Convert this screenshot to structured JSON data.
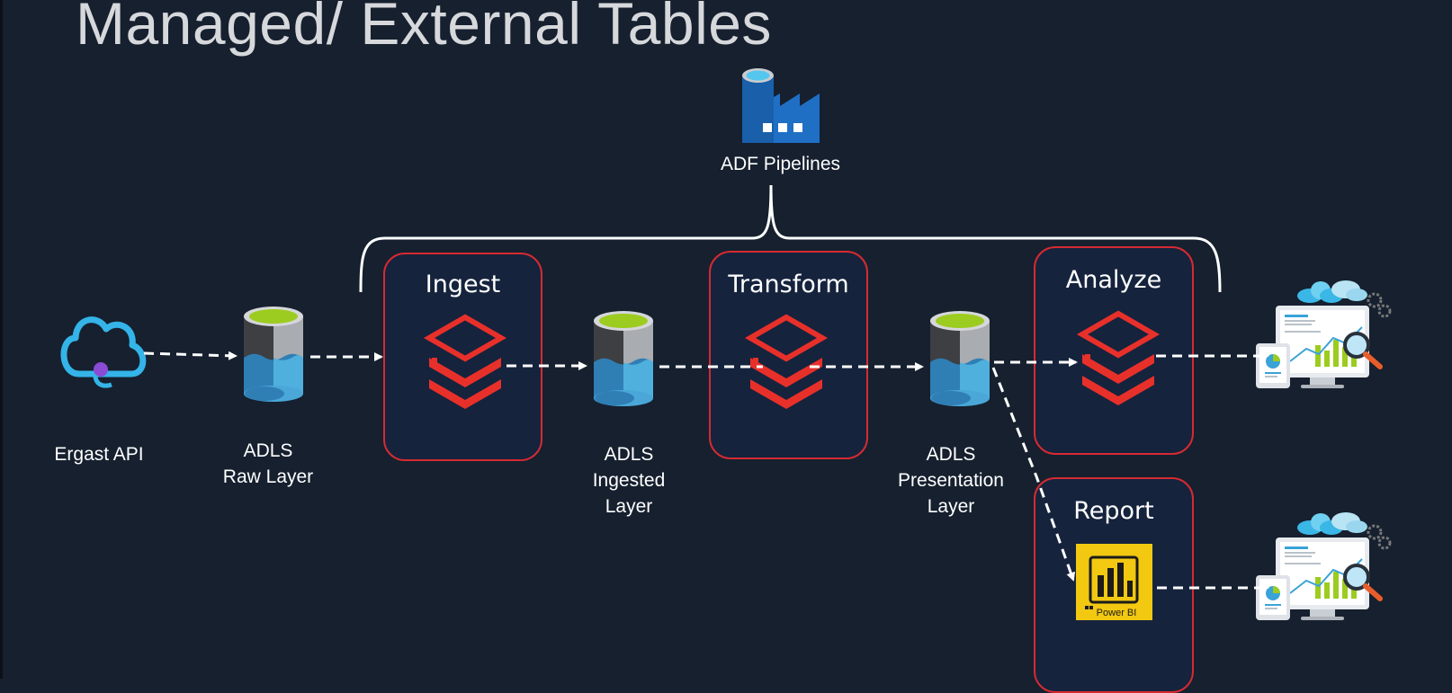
{
  "slide": {
    "title": "Managed/ External Tables"
  },
  "orchestrator": {
    "label": "ADF Pipelines",
    "icon": "azure-data-factory-icon"
  },
  "sources": [
    {
      "label": "Ergast API",
      "icon": "cloud-api-icon"
    }
  ],
  "storage_layers": [
    {
      "line1": "ADLS",
      "line2": "Raw Layer",
      "line3": ""
    },
    {
      "line1": "ADLS",
      "line2": "Ingested",
      "line3": "Layer"
    },
    {
      "line1": "ADLS",
      "line2": "Presentation",
      "line3": "Layer"
    }
  ],
  "stages": [
    {
      "title": "Ingest",
      "icon": "databricks-icon"
    },
    {
      "title": "Transform",
      "icon": "databricks-icon"
    },
    {
      "title": "Analyze",
      "icon": "databricks-icon"
    },
    {
      "title": "Report",
      "icon": "power-bi-icon",
      "badge": "Power BI"
    }
  ],
  "outputs": [
    {
      "icon": "dashboard-analytics-icon"
    },
    {
      "icon": "dashboard-analytics-icon"
    }
  ],
  "colors": {
    "background": "#16202f",
    "stage_border": "#d62a31",
    "stage_fill": "#15233d",
    "databricks_red": "#e8302a",
    "adls_green": "#9ccc1f",
    "adls_blue": "#4aa7d8",
    "powerbi_yellow": "#f2c811",
    "adf_blue": "#1f6fc5"
  }
}
